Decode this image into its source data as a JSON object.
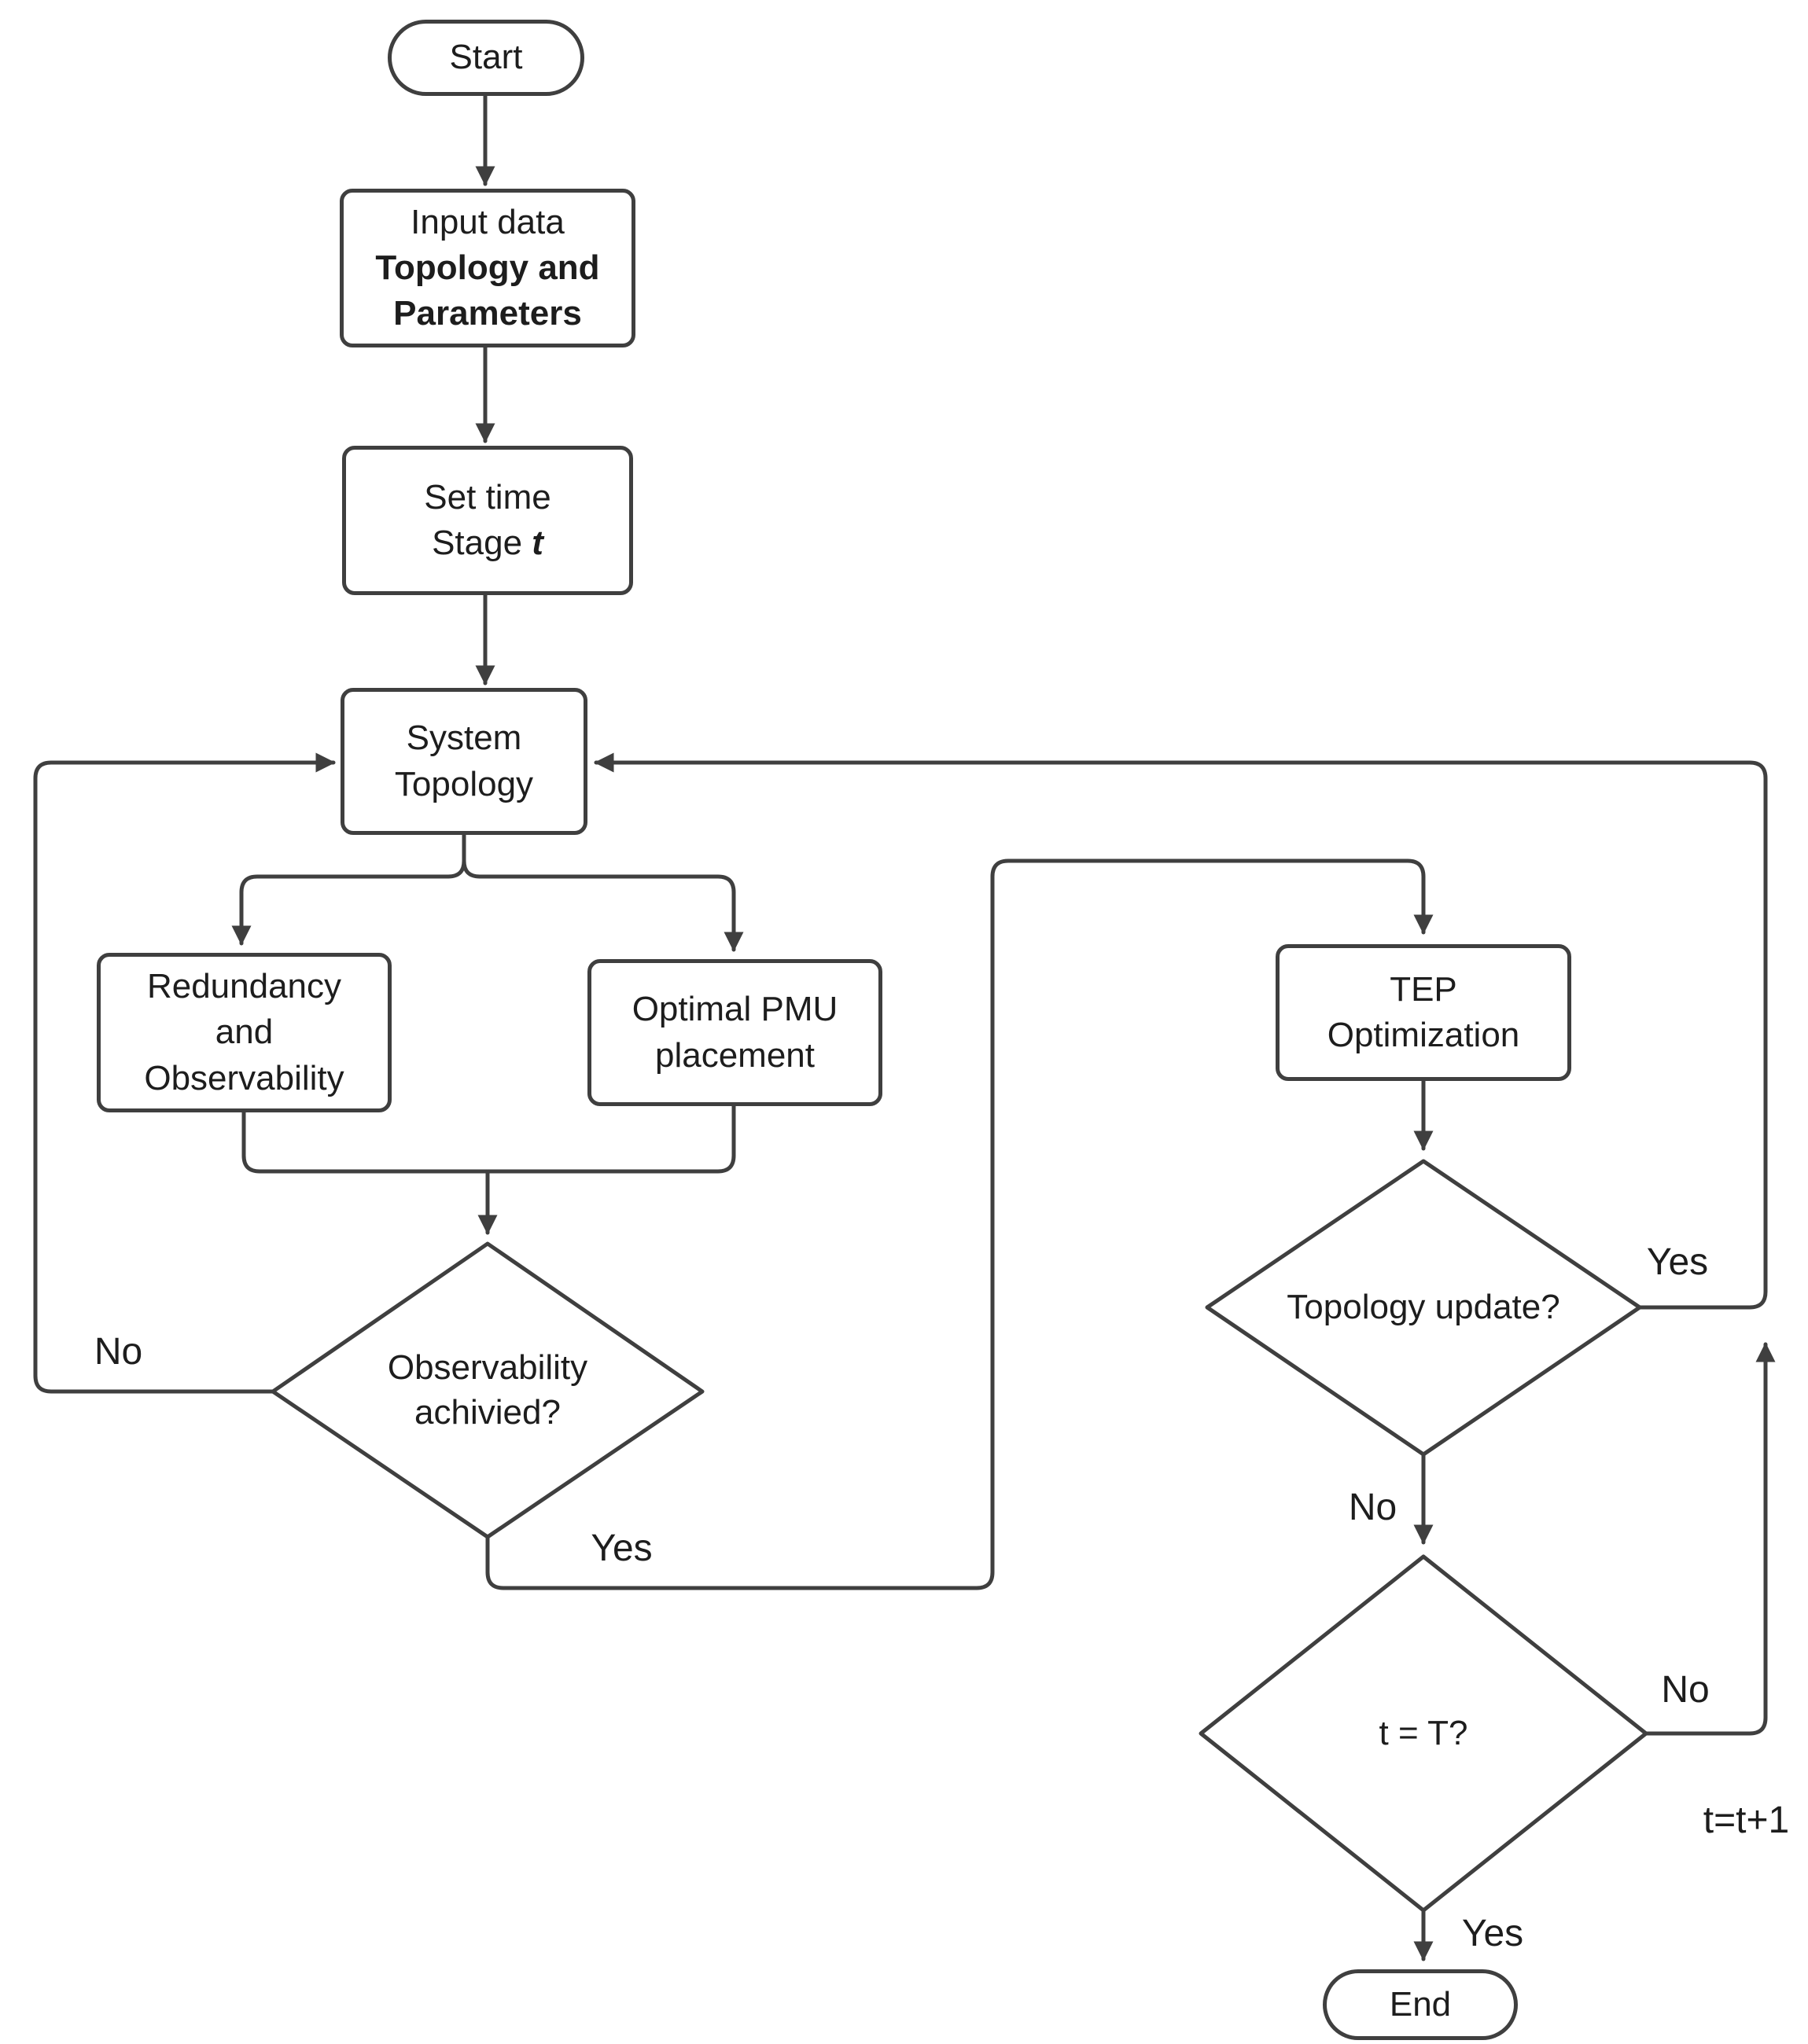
{
  "diagram": {
    "title_hint": "PMU placement and TEP optimization flowchart",
    "colors": {
      "stroke": "#3f3f3f",
      "text": "#1d1d1d",
      "background": "#ffffff"
    },
    "nodes": {
      "start": {
        "label": "Start"
      },
      "input_data": {
        "line1": "Input data",
        "line2": "Topology and",
        "line3": "Parameters"
      },
      "set_time": {
        "line1": "Set time",
        "line2_prefix": "Stage ",
        "line2_var": "t"
      },
      "system_topology": {
        "line1": "System",
        "line2": "Topology"
      },
      "redundancy": {
        "line1": "Redundancy",
        "line2": "and",
        "line3": "Observability"
      },
      "optimal_pmu": {
        "line1": "Optimal PMU",
        "line2": "placement"
      },
      "observability_check": {
        "line1": "Observability",
        "line2": "achivied?"
      },
      "tep": {
        "line1": "TEP",
        "line2": "Optimization"
      },
      "topology_update_check": {
        "label": "Topology update?"
      },
      "t_equals_T_check": {
        "label": "t = T?"
      },
      "end": {
        "label": "End"
      }
    },
    "edge_labels": {
      "observability_no": "No",
      "observability_yes": "Yes",
      "topology_update_yes": "Yes",
      "topology_update_no": "No",
      "t_check_no": "No",
      "t_check_yes": "Yes",
      "increment": "t=t+1"
    }
  }
}
